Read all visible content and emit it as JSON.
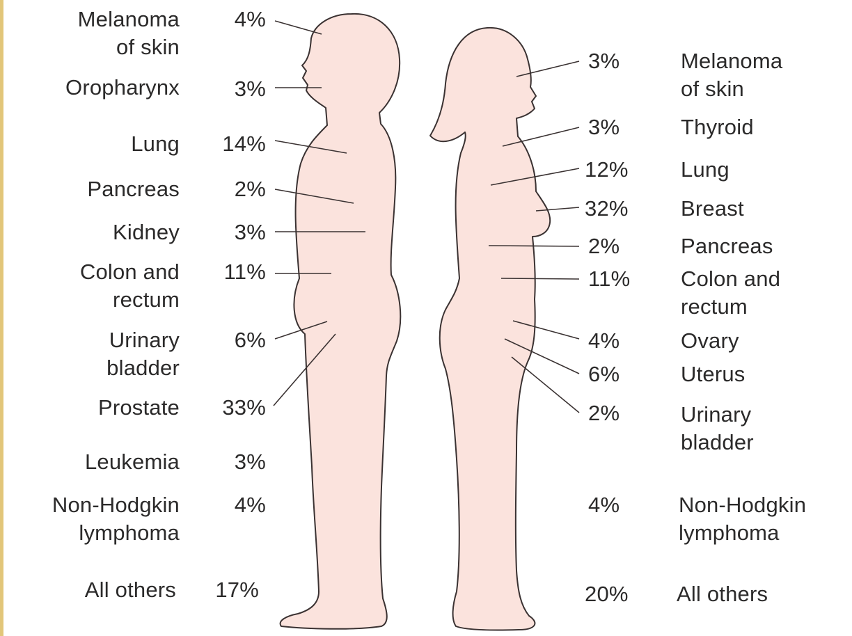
{
  "male": {
    "entries": [
      {
        "site": "Melanoma\nof skin",
        "percent": "4%"
      },
      {
        "site": "Oropharynx",
        "percent": "3%"
      },
      {
        "site": "Lung",
        "percent": "14%"
      },
      {
        "site": "Pancreas",
        "percent": "2%"
      },
      {
        "site": "Kidney",
        "percent": "3%"
      },
      {
        "site": "Colon and\nrectum",
        "percent": "11%"
      },
      {
        "site": "Urinary\nbladder",
        "percent": "6%"
      },
      {
        "site": "Prostate",
        "percent": "33%"
      },
      {
        "site": "Leukemia",
        "percent": "3%"
      },
      {
        "site": "Non-Hodgkin\nlymphoma",
        "percent": "4%"
      },
      {
        "site": "All others",
        "percent": "17%"
      }
    ]
  },
  "female": {
    "entries": [
      {
        "percent": "3%",
        "site": "Melanoma\nof skin"
      },
      {
        "percent": "3%",
        "site": "Thyroid"
      },
      {
        "percent": "12%",
        "site": "Lung"
      },
      {
        "percent": "32%",
        "site": "Breast"
      },
      {
        "percent": "2%",
        "site": "Pancreas"
      },
      {
        "percent": "11%",
        "site": "Colon and\nrectum"
      },
      {
        "percent": "4%",
        "site": "Ovary"
      },
      {
        "percent": "6%",
        "site": "Uterus"
      },
      {
        "percent": "2%",
        "site": "Urinary\nbladder"
      },
      {
        "percent": "4%",
        "site": "Non-Hodgkin\nlymphoma"
      },
      {
        "percent": "20%",
        "site": "All others"
      }
    ]
  },
  "colors": {
    "body_fill": "#fbe3dd",
    "outline": "#3a3232",
    "text": "#2b2a2a",
    "edge_strip": "#e2c67a"
  }
}
